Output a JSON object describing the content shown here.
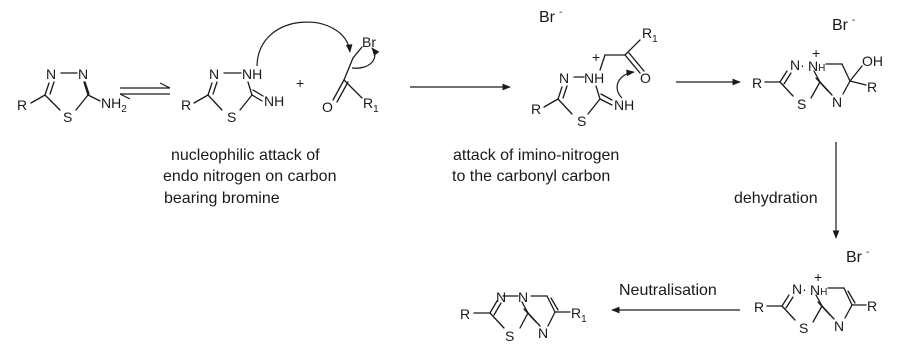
{
  "atoms": {
    "N": "N",
    "NH": "NH",
    "NH2": "NH",
    "two": "2",
    "S": "S",
    "R": "R",
    "R1": "R",
    "one": "1",
    "Br": "Br",
    "O": "O",
    "OH": "OH",
    "H": "H",
    "plus": "+",
    "minus": "-",
    "dot": "·"
  },
  "captions": {
    "step1_line1": "nucleophilic attack of",
    "step1_line2": "endo nitrogen on  carbon",
    "step1_line3": " bearing bromine",
    "step2_line1": "attack of imino-nitrogen",
    "step2_line2": "to the  carbonyl carbon",
    "dehydration": "dehydration",
    "neutralisation": "Neutralisation"
  }
}
